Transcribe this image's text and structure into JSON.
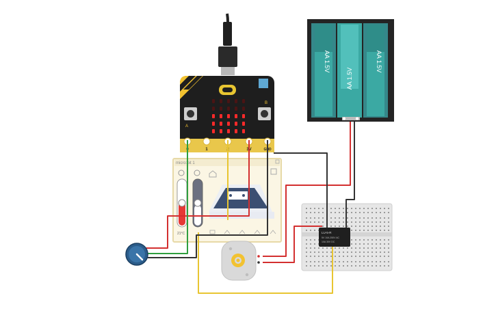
{
  "microbit": {
    "pins": [
      "0",
      "1",
      "2",
      "3V",
      "GND"
    ],
    "button_a": "A",
    "button_b": "B"
  },
  "simulator_panel": {
    "title": "micro:bit 1",
    "temperature_readout": "21°C"
  },
  "battery": {
    "cells": [
      "AA 1.5V",
      "AA 1.5V",
      "AA 1.5V"
    ]
  },
  "relay": {
    "brand": "LU-5-R",
    "line1": "5V 10A 250V AC",
    "line2": "10A 30V DC"
  },
  "colors": {
    "red_wire": "#d32f2f",
    "green_wire": "#2e9e3e",
    "yellow_wire": "#e8c531",
    "black_wire": "#333333",
    "board": "#1e1e1e",
    "battery_cell": "#3ba9a3",
    "pin_gold": "#e9c74b"
  }
}
